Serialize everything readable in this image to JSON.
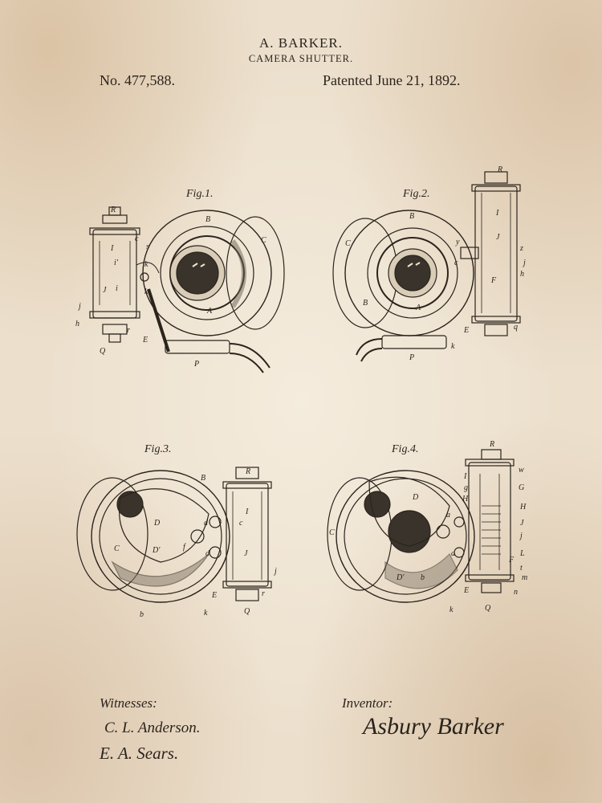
{
  "header": {
    "inventor_name": "A. BARKER.",
    "title": "CAMERA SHUTTER.",
    "patent_number": "No. 477,588.",
    "patented_date": "Patented June 21, 1892."
  },
  "figures": {
    "fig1": {
      "caption": "Fig.1.",
      "labels": [
        "R",
        "B",
        "c",
        "s",
        "C",
        "I",
        "i'",
        "k",
        "k",
        "J",
        "i",
        "j",
        "h",
        "A",
        "r",
        "E",
        "Q",
        "P"
      ]
    },
    "fig2": {
      "caption": "Fig.2.",
      "labels": [
        "R",
        "B",
        "I",
        "J",
        "C",
        "y",
        "z",
        "c",
        "j",
        "h",
        "F",
        "B",
        "A",
        "E",
        "k",
        "q",
        "P"
      ]
    },
    "fig3": {
      "caption": "Fig.3.",
      "labels": [
        "B",
        "R",
        "I",
        "c",
        "D",
        "d",
        "C",
        "D'",
        "f",
        "J",
        "d",
        "j",
        "b",
        "E",
        "r",
        "k",
        "Q"
      ]
    },
    "fig4": {
      "caption": "Fig.4.",
      "labels": [
        "R",
        "w",
        "I",
        "g",
        "G",
        "H",
        "H",
        "D",
        "J",
        "a",
        "C",
        "j",
        "L",
        "F",
        "a",
        "t",
        "m",
        "D'",
        "b",
        "E",
        "n",
        "k",
        "Q"
      ]
    }
  },
  "witnesses": {
    "heading": "Witnesses:",
    "signatures": [
      "C. L. Anderson.",
      "E. A. Sears."
    ]
  },
  "inventor": {
    "heading": "Inventor:",
    "signature": "Asbury Barker"
  }
}
